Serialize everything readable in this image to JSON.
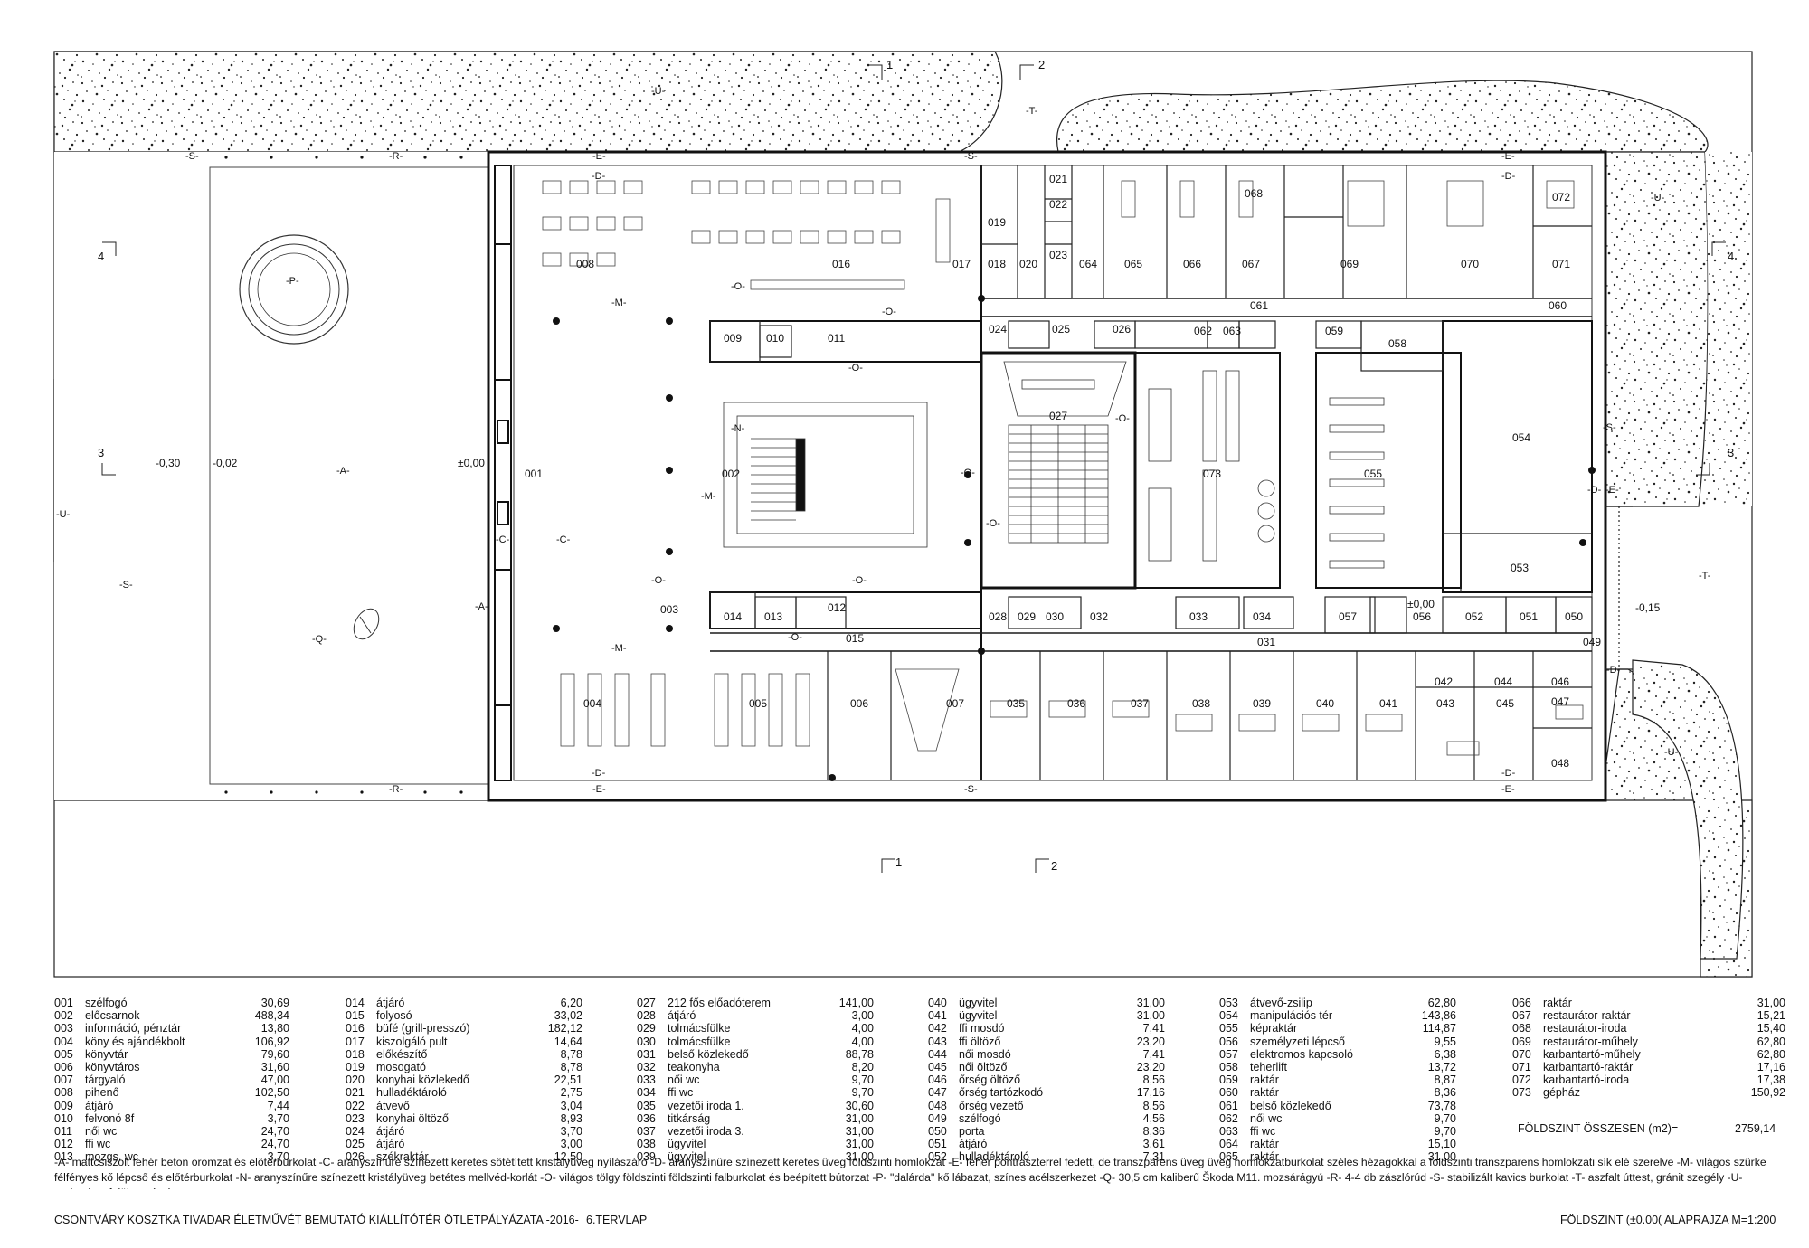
{
  "rooms": {
    "r001": "001",
    "r002": "002",
    "r003": "003",
    "r004": "004",
    "r005": "005",
    "r006": "006",
    "r007": "007",
    "r008": "008",
    "r009": "009",
    "r010": "010",
    "r011": "011",
    "r012": "012",
    "r013": "013",
    "r014": "014",
    "r015": "015",
    "r016": "016",
    "r017": "017",
    "r018": "018",
    "r019": "019",
    "r020": "020",
    "r021": "021",
    "r022": "022",
    "r023": "023",
    "r024": "024",
    "r025": "025",
    "r026": "026",
    "r027": "027",
    "r028": "028",
    "r029": "029",
    "r030": "030",
    "r031": "031",
    "r032": "032",
    "r033": "033",
    "r034": "034",
    "r035": "035",
    "r036": "036",
    "r037": "037",
    "r038": "038",
    "r039": "039",
    "r040": "040",
    "r041": "041",
    "r042": "042",
    "r043": "043",
    "r044": "044",
    "r045": "045",
    "r046": "046",
    "r047": "047",
    "r048": "048",
    "r049": "049",
    "r050": "050",
    "r051": "051",
    "r052": "052",
    "r053": "053",
    "r054": "054",
    "r055": "055",
    "r056": "056",
    "r057": "057",
    "r058": "058",
    "r059": "059",
    "r060": "060",
    "r061": "061",
    "r062": "062",
    "r063": "063",
    "r064": "064",
    "r065": "065",
    "r066": "066",
    "r067": "067",
    "r068": "068",
    "r069": "069",
    "r070": "070",
    "r071": "071",
    "r072": "072",
    "r073": "073"
  },
  "material_tags": {
    "A": "-A-",
    "C": "-C-",
    "D": "-D-",
    "E": "-E-",
    "M": "-M-",
    "N": "-N-",
    "O": "-O-",
    "P": "-P-",
    "Q": "-Q-",
    "R": "-R-",
    "S": "-S-",
    "T": "-T-",
    "U": "-U-"
  },
  "levels": {
    "m030": "-0,30",
    "m002": "-0,02",
    "pm000": "±0,00",
    "pm000b": "±0,00",
    "m015": "-0,15"
  },
  "section_marks": {
    "s1": "1",
    "s2": "2",
    "s3": "3",
    "s4": "4"
  },
  "legend": {
    "col1": [
      {
        "n": "001",
        "t": "szélfogó",
        "v": "30,69"
      },
      {
        "n": "002",
        "t": "előcsarnok",
        "v": "488,34"
      },
      {
        "n": "003",
        "t": "információ, pénztár",
        "v": "13,80"
      },
      {
        "n": "004",
        "t": "köny és ajándékbolt",
        "v": "106,92"
      },
      {
        "n": "005",
        "t": "könyvtár",
        "v": "79,60"
      },
      {
        "n": "006",
        "t": "könyvtáros",
        "v": "31,60"
      },
      {
        "n": "007",
        "t": "tárgyaló",
        "v": "47,00"
      },
      {
        "n": "008",
        "t": "pihenő",
        "v": "102,50"
      },
      {
        "n": "009",
        "t": "átjáró",
        "v": "7,44"
      },
      {
        "n": "010",
        "t": "felvonó 8f",
        "v": "3,70"
      },
      {
        "n": "011",
        "t": "női wc",
        "v": "24,70"
      },
      {
        "n": "012",
        "t": "ffi wc",
        "v": "24,70"
      },
      {
        "n": "013",
        "t": "mozgs. wc",
        "v": "3,70"
      }
    ],
    "col2": [
      {
        "n": "014",
        "t": "átjáró",
        "v": "6,20"
      },
      {
        "n": "015",
        "t": "folyosó",
        "v": "33,02"
      },
      {
        "n": "016",
        "t": "büfé (grill-presszó)",
        "v": "182,12"
      },
      {
        "n": "017",
        "t": "kiszolgáló pult",
        "v": "14,64"
      },
      {
        "n": "018",
        "t": "előkészítő",
        "v": "8,78"
      },
      {
        "n": "019",
        "t": "mosogató",
        "v": "8,78"
      },
      {
        "n": "020",
        "t": "konyhai közlekedő",
        "v": "22,51"
      },
      {
        "n": "021",
        "t": "hulladéktároló",
        "v": "2,75"
      },
      {
        "n": "022",
        "t": "átvevő",
        "v": "3,04"
      },
      {
        "n": "023",
        "t": "konyhai öltöző",
        "v": "8,93"
      },
      {
        "n": "024",
        "t": "átjáró",
        "v": "3,70"
      },
      {
        "n": "025",
        "t": "átjáró",
        "v": "3,00"
      },
      {
        "n": "026",
        "t": "székraktár",
        "v": "12,50"
      }
    ],
    "col3": [
      {
        "n": "027",
        "t": "212 fős előadóterem",
        "v": "141,00"
      },
      {
        "n": "028",
        "t": "átjáró",
        "v": "3,00"
      },
      {
        "n": "029",
        "t": "tolmácsfülke",
        "v": "4,00"
      },
      {
        "n": "030",
        "t": "tolmácsfülke",
        "v": "4,00"
      },
      {
        "n": "031",
        "t": "belső közlekedő",
        "v": "88,78"
      },
      {
        "n": "032",
        "t": "teakonyha",
        "v": "8,20"
      },
      {
        "n": "033",
        "t": "női wc",
        "v": "9,70"
      },
      {
        "n": "034",
        "t": "ffi wc",
        "v": "9,70"
      },
      {
        "n": "035",
        "t": "vezetői iroda 1.",
        "v": "30,60"
      },
      {
        "n": "036",
        "t": "titkárság",
        "v": "31,00"
      },
      {
        "n": "037",
        "t": "vezetői iroda 3.",
        "v": "31,00"
      },
      {
        "n": "038",
        "t": "ügyvitel",
        "v": "31,00"
      },
      {
        "n": "039",
        "t": "ügyvitel",
        "v": "31,00"
      }
    ],
    "col4": [
      {
        "n": "040",
        "t": "ügyvitel",
        "v": "31,00"
      },
      {
        "n": "041",
        "t": "ügyvitel",
        "v": "31,00"
      },
      {
        "n": "042",
        "t": "ffi mosdó",
        "v": "7,41"
      },
      {
        "n": "043",
        "t": "ffi öltöző",
        "v": "23,20"
      },
      {
        "n": "044",
        "t": "női mosdó",
        "v": "7,41"
      },
      {
        "n": "045",
        "t": "női öltöző",
        "v": "23,20"
      },
      {
        "n": "046",
        "t": "őrség öltöző",
        "v": "8,56"
      },
      {
        "n": "047",
        "t": "őrség tartózkodó",
        "v": "17,16"
      },
      {
        "n": "048",
        "t": "őrség vezető",
        "v": "8,56"
      },
      {
        "n": "049",
        "t": "szélfogó",
        "v": "4,56"
      },
      {
        "n": "050",
        "t": "porta",
        "v": "8,36"
      },
      {
        "n": "051",
        "t": "átjáró",
        "v": "3,61"
      },
      {
        "n": "052",
        "t": "hulladéktároló",
        "v": "7,31"
      }
    ],
    "col5": [
      {
        "n": "053",
        "t": "átvevő-zsilip",
        "v": "62,80"
      },
      {
        "n": "054",
        "t": "manipulációs tér",
        "v": "143,86"
      },
      {
        "n": "055",
        "t": "képraktár",
        "v": "114,87"
      },
      {
        "n": "056",
        "t": "személyzeti lépcső",
        "v": "9,55"
      },
      {
        "n": "057",
        "t": "elektromos kapcsoló",
        "v": "6,38"
      },
      {
        "n": "058",
        "t": "teherlift",
        "v": "13,72"
      },
      {
        "n": "059",
        "t": "raktár",
        "v": "8,87"
      },
      {
        "n": "060",
        "t": "raktár",
        "v": "8,36"
      },
      {
        "n": "061",
        "t": "belső közlekedő",
        "v": "73,78"
      },
      {
        "n": "062",
        "t": "női wc",
        "v": "9,70"
      },
      {
        "n": "063",
        "t": "ffi wc",
        "v": "9,70"
      },
      {
        "n": "064",
        "t": "raktár",
        "v": "15,10"
      },
      {
        "n": "065",
        "t": "raktár",
        "v": "31,00"
      }
    ],
    "col6": [
      {
        "n": "066",
        "t": "raktár",
        "v": "31,00"
      },
      {
        "n": "067",
        "t": "restaurátor-raktár",
        "v": "15,21"
      },
      {
        "n": "068",
        "t": "restaurátor-iroda",
        "v": "15,40"
      },
      {
        "n": "069",
        "t": "restaurátor-műhely",
        "v": "62,80"
      },
      {
        "n": "070",
        "t": "karbantartó-műhely",
        "v": "62,80"
      },
      {
        "n": "071",
        "t": "karbantartó-raktár",
        "v": "17,16"
      },
      {
        "n": "072",
        "t": "karbantartó-iroda",
        "v": "17,38"
      },
      {
        "n": "073",
        "t": "gépház",
        "v": "150,92"
      }
    ],
    "total_label": "FÖLDSZINT ÖSSZESEN (m2)=",
    "total_value": "2759,14"
  },
  "materials_text": "-A- mattcsiszolt fehér beton oromzat és előtérburkolat -C- aranyszínűre színezett keretes sötétített kristályüveg nyílászáró -D- aranyszínűre színezett keretes üveg földszinti homlokzat -E- fehér pontraszterrel fedett, de transzparens üveg üveg homlokzatburkolat széles hézagokkal a foldszinti transzparens homlokzati sík elé szerelve -M- világos szürke félfényes kő lépcső és előtérburkolat -N- aranyszínűre színezett kristályüveg betétes mellvéd-korlát -O- világos tölgy földszinti földszinti falburkolat és beépített bútorzat -P- \"dalárda\" kő lábazat, színes acélszerkezet -Q- 30,5 cm kaliberű Škoda M11. mozsárágyú -R- 4-4 db zászlórúd -S- stabilizált kavics burkolat -T- aszfalt úttest, gránit szegély -U- parkosított felület=pázsit",
  "footer": {
    "project": "CSONTVÁRY KOSZTKA TIVADAR ÉLETMŰVÉT BEMUTATÓ KIÁLLÍTÓTÉR ÖTLETPÁLYÁZATA  -2016-",
    "sheet": "6.TERVLAP",
    "level": "FÖLDSZINT (±0.00( ALAPRAJZA M=1:200"
  }
}
